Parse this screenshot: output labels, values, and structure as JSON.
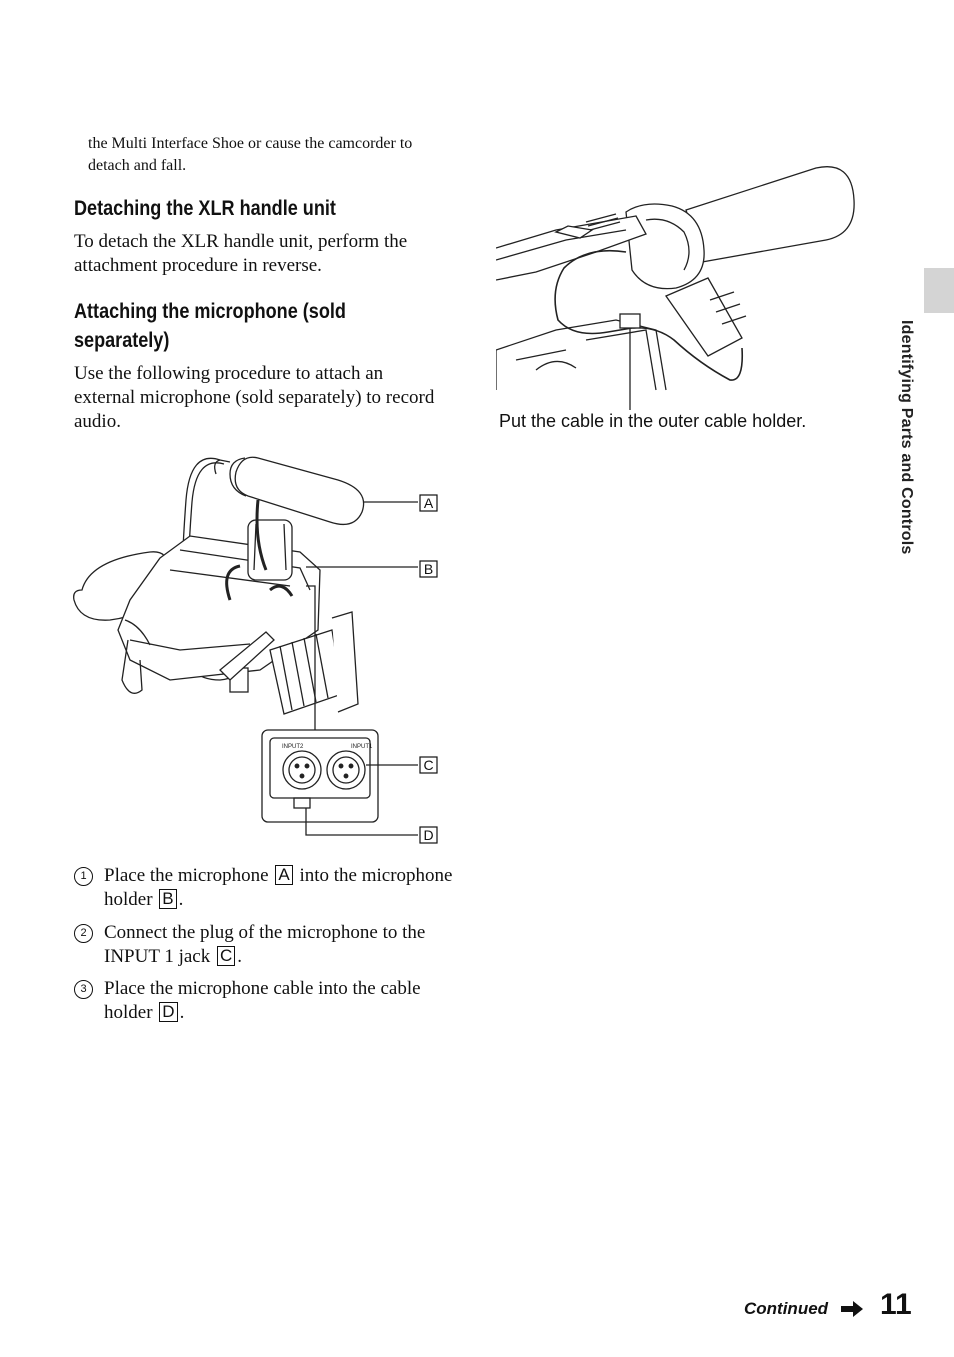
{
  "intro_note": "the Multi Interface Shoe or cause the camcorder to detach and fall.",
  "sections": [
    {
      "heading": "Detaching the XLR handle unit",
      "body": "To detach the XLR handle unit, perform the attachment procedure in reverse."
    },
    {
      "heading": "Attaching the microphone (sold separately)",
      "body": "Use the following procedure to attach an external microphone (sold separately) to record audio."
    }
  ],
  "figure_left": {
    "callouts": [
      "A",
      "B",
      "C",
      "D"
    ],
    "jack_labels": [
      "INPUT2",
      "INPUT1"
    ]
  },
  "figure_right": {
    "caption": "Put the cable in the outer cable holder."
  },
  "steps": [
    {
      "num": "1",
      "pre": "Place the microphone",
      "ref1": "A",
      "mid": "into the microphone holder",
      "ref2": "B",
      "post": "."
    },
    {
      "num": "2",
      "pre": "Connect the plug of the microphone to the INPUT 1 jack",
      "ref1": "C",
      "post": "."
    },
    {
      "num": "3",
      "pre": "Place the microphone cable into the cable holder",
      "ref1": "D",
      "post": "."
    }
  ],
  "side_tab": "Identifying Parts and Controls",
  "footer": {
    "continued": "Continued",
    "page_number": "11"
  }
}
